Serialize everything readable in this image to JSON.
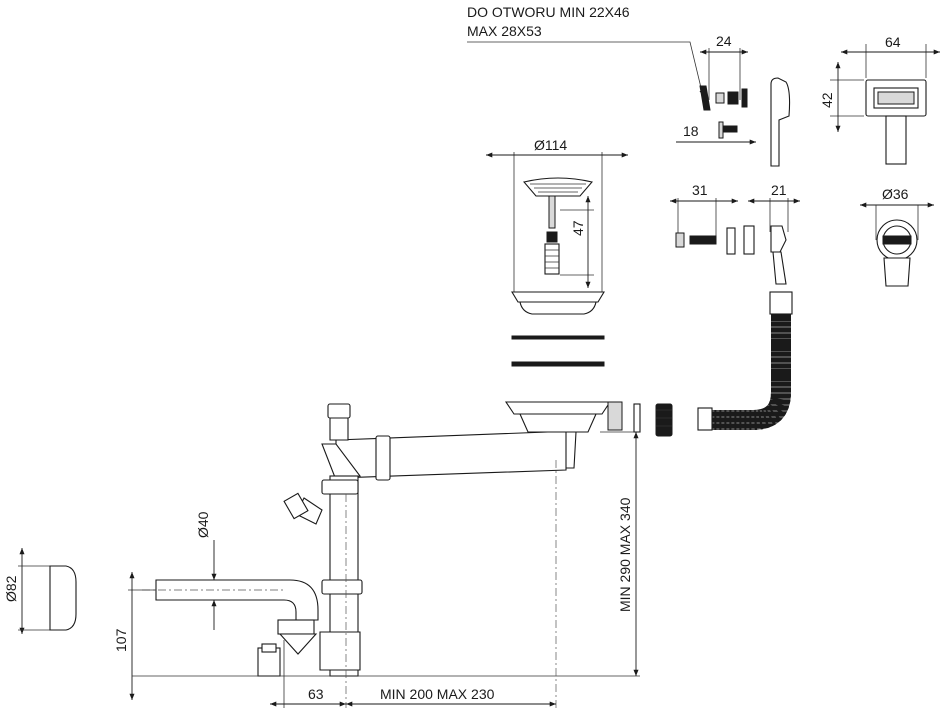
{
  "labels": {
    "overflow_note_line1": "DO OTWORU MIN 22X46",
    "overflow_note_line2": "MAX 28X53",
    "dim_24": "24",
    "dim_18": "18",
    "dim_64": "64",
    "dim_42": "42",
    "dim_d114": "Ø114",
    "dim_47": "47",
    "dim_31": "31",
    "dim_21": "21",
    "dim_d36": "Ø36",
    "dim_d40": "Ø40",
    "dim_d82": "Ø82",
    "dim_107": "107",
    "dim_height": "MIN 290 MAX 340",
    "dim_63": "63",
    "dim_width": "MIN 200 MAX 230"
  }
}
